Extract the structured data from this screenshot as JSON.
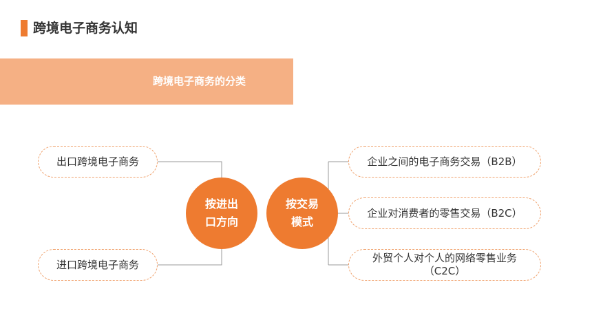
{
  "page": {
    "title": "跨境电子商务认知",
    "banner": "跨境电子商务的分类"
  },
  "left_hub": {
    "line1": "按进出",
    "line2": "口方向",
    "items": [
      "出口跨境电子商务",
      "进口跨境电子商务"
    ]
  },
  "right_hub": {
    "line1": "按交易",
    "line2": "模式",
    "items": [
      "企业之间的电子商务交易（B2B）",
      "企业对消费者的零售交易（B2C）",
      "外贸个人对个人的网络零售业务（C2C）"
    ]
  },
  "colors": {
    "accent": "#ee7b30",
    "banner": "#f5b084",
    "pill_border": "#f0a06a",
    "connector": "#9a9a9a"
  }
}
